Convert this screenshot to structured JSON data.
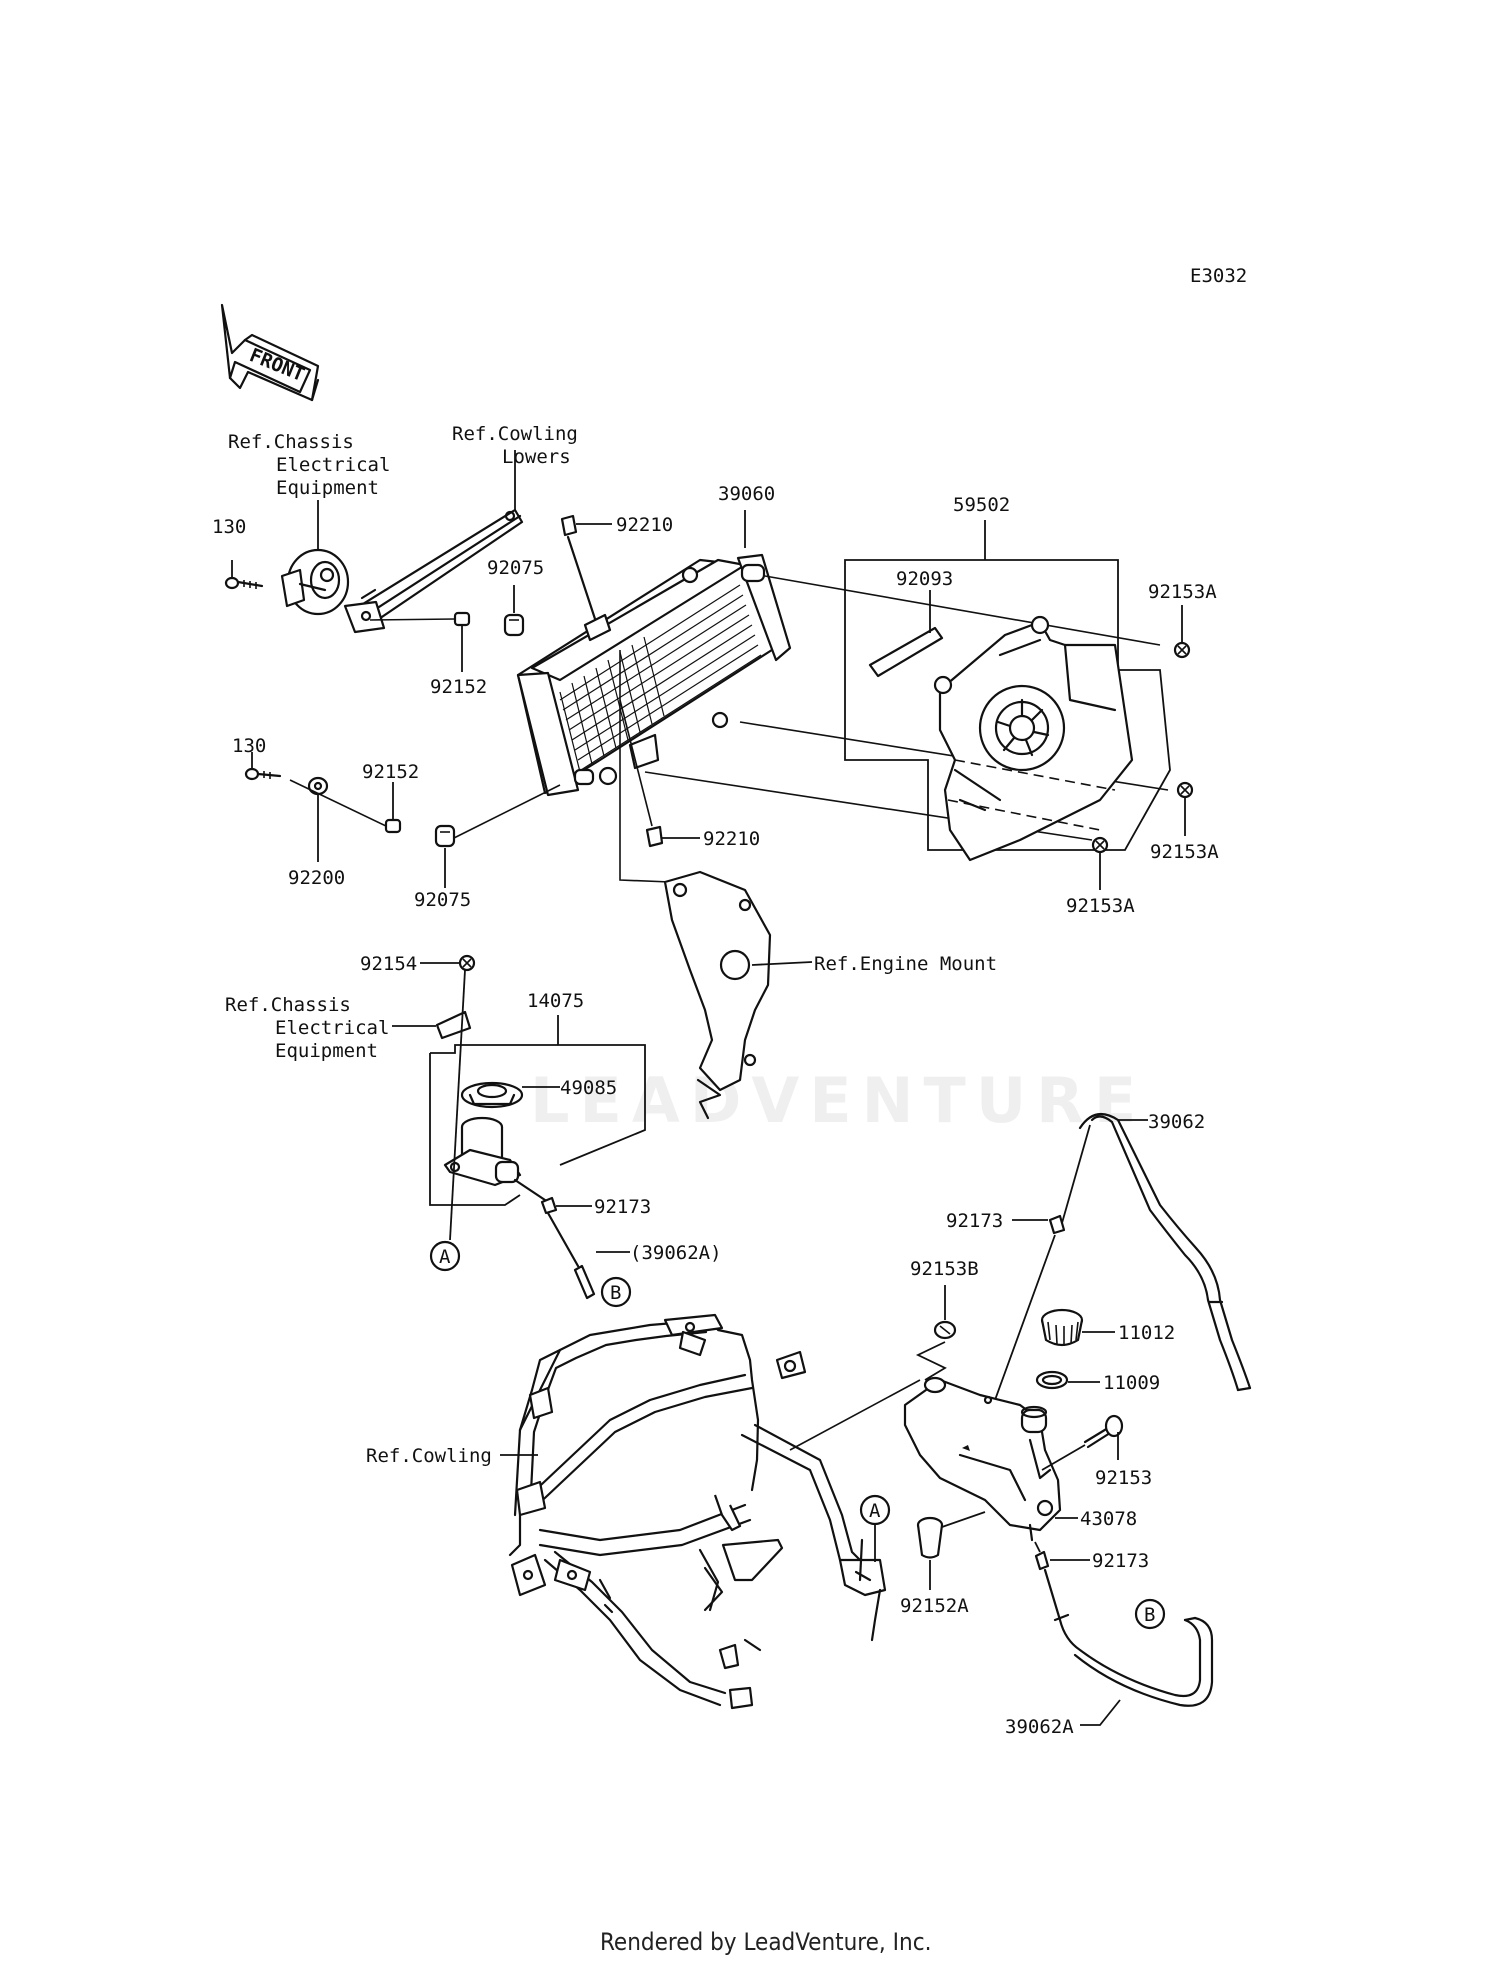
{
  "diagram_code": "E3032",
  "front_arrow": "FRONT",
  "watermark": "LEADVENTURE",
  "footer": "Rendered by LeadVenture, Inc.",
  "refs": {
    "chassis_top_1": "Ref.Chassis",
    "chassis_top_2": "Electrical",
    "chassis_top_3": "Equipment",
    "cowling_lowers_1": "Ref.Cowling",
    "cowling_lowers_2": "Lowers",
    "engine_mount": "Ref.Engine Mount",
    "chassis_mid_1": "Ref.Chassis",
    "chassis_mid_2": "Electrical",
    "chassis_mid_3": "Equipment",
    "cowling": "Ref.Cowling"
  },
  "parts": {
    "p130_top": "130",
    "p92210_top": "92210",
    "p39060": "39060",
    "p59502": "59502",
    "p92075_top": "92075",
    "p92093": "92093",
    "p92153A_1": "92153A",
    "p92152_top": "92152",
    "p130_bot": "130",
    "p92152_mid": "92152",
    "p92200": "92200",
    "p92075_bot": "92075",
    "p92210_bot": "92210",
    "p92153A_2": "92153A",
    "p92153A_3": "92153A",
    "p92154": "92154",
    "p14075": "14075",
    "p49085": "49085",
    "p92173_a": "92173",
    "p39062A_paren": "(39062A)",
    "p39062": "39062",
    "p92173_b": "92173",
    "p92153B": "92153B",
    "p11012": "11012",
    "p11009": "11009",
    "p92153": "92153",
    "p43078": "43078",
    "p92152A": "92152A",
    "p92173_c": "92173",
    "p39062A": "39062A"
  },
  "markers": {
    "a1": "A",
    "b1": "B",
    "a2": "A",
    "b2": "B"
  }
}
